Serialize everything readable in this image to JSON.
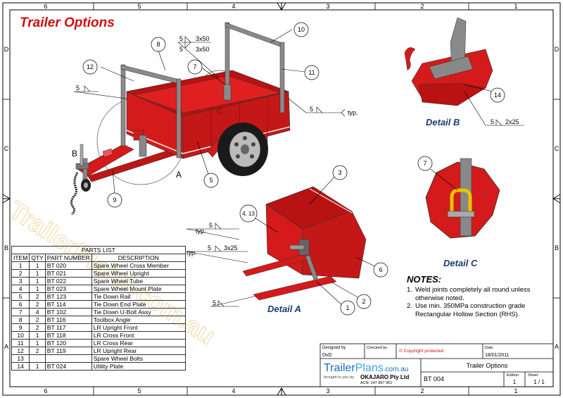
{
  "drawing_title": "Trailer Options",
  "grid": {
    "columns": [
      "6",
      "5",
      "4",
      "3",
      "2",
      "1"
    ],
    "rows": [
      "D",
      "C",
      "B",
      "A"
    ]
  },
  "labels": {
    "detail_a": "Detail A",
    "detail_b": "Detail B",
    "detail_c": "Detail C",
    "letter_a": "A",
    "letter_b": "B",
    "letter_c": "C"
  },
  "balloons": [
    "1",
    "2",
    "3",
    "4, 13",
    "5",
    "6",
    "7",
    "8",
    "9",
    "10",
    "11",
    "12",
    "14"
  ],
  "welds": {
    "w_3x50a": "3x50",
    "w_3x50b": "3x50",
    "w_5a": "5",
    "w_5b": "5",
    "w_5c": "5",
    "w_typ": "typ.",
    "w_2x25": "2x25",
    "w_3x25": "3x25",
    "w_typ2": "typ.",
    "w_typ3": "typ."
  },
  "notes": {
    "title": "NOTES:",
    "items": [
      {
        "num": "1.",
        "text": "Weld joints completely all round unless otherwise noted."
      },
      {
        "num": "2.",
        "text": "Use min. 350MPa construction grade Rectangular Hollow Section (RHS)."
      }
    ]
  },
  "parts_list": {
    "title": "PARTS LIST",
    "headers": [
      "ITEM",
      "QTY",
      "PART NUMBER",
      "DESCRIPTION"
    ],
    "rows": [
      [
        "1",
        "1",
        "BT 020",
        "Spare Wheel Cross Member"
      ],
      [
        "2",
        "1",
        "BT 021",
        "Spare Wheel Upright"
      ],
      [
        "3",
        "1",
        "BT 022",
        "Spare Wheel Tube"
      ],
      [
        "4",
        "1",
        "BT 023",
        "Spare Wheel Mount Plate"
      ],
      [
        "5",
        "2",
        "BT 123",
        "Tie Down Rail"
      ],
      [
        "6",
        "2",
        "BT 114",
        "Tie Down End Plate"
      ],
      [
        "7",
        "4",
        "BT 102",
        "Tie Down U-Bolt Assy"
      ],
      [
        "8",
        "2",
        "BT 116",
        "Toolbox Angle"
      ],
      [
        "9",
        "2",
        "BT 117",
        "LR Upright Front"
      ],
      [
        "10",
        "1",
        "BT 118",
        "LR Cross Front"
      ],
      [
        "11",
        "1",
        "BT 120",
        "LR Cross Rear"
      ],
      [
        "12",
        "2",
        "BT 119",
        "LR Upright Rear"
      ],
      [
        "13",
        "",
        "",
        "Spare Wheel Bolts"
      ],
      [
        "14",
        "1",
        "BT 024",
        "Utility Plate"
      ]
    ]
  },
  "title_block": {
    "designed_by_label": "Designed by",
    "designed_by": "DvD",
    "checked_by_label": "Checked by",
    "copyright": "© Copyright protected",
    "date_label": "Date",
    "date": "18/01/2011",
    "brand_trailer": "Trailer",
    "brand_plans": "Plans",
    "brand_domain": ".com.au",
    "brought_by": "brought to you by:",
    "company": "OKAJARO Pty Ltd",
    "acn": "ACN: 147 897 961",
    "sheet_title": "Trailer Options",
    "drawing_no": "BT 004",
    "edition_label": "Edition",
    "edition": "1",
    "sheet_label": "Sheet",
    "sheet": "1 / 1"
  },
  "watermark": "TrailerPlans.com.au",
  "colors": {
    "trailer_red": "#d41a1a",
    "title_red": "#cc1111",
    "detail_blue": "#1a3c6e",
    "watermark": "#f3dfb8"
  }
}
